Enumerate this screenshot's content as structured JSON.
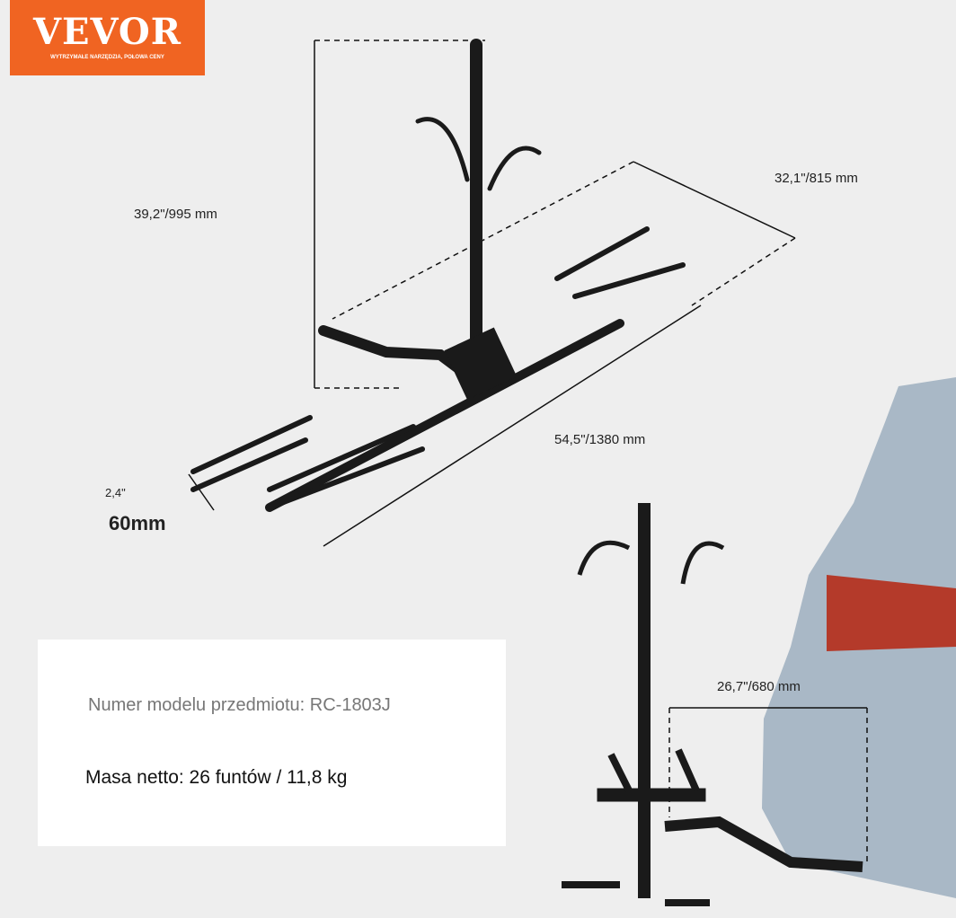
{
  "logo": {
    "brand": "VEVOR",
    "tagline": "WYTRZYMAŁE NARZĘDZIA, POŁOWA CENY"
  },
  "dimensions": {
    "height": "39,2\"/995 mm",
    "width": "32,1\"/815 mm",
    "length": "54,5\"/1380 mm",
    "tray_in": "2,4\"",
    "tray_mm": "60mm",
    "hitch": "26,7\"/680 mm"
  },
  "info": {
    "model": "Numer modelu przedmiotu: RC-1803J",
    "mass": "Masa netto: 26 funtów / 11,8 kg"
  },
  "colors": {
    "brand": "#f06422",
    "background": "#eeeeee"
  }
}
